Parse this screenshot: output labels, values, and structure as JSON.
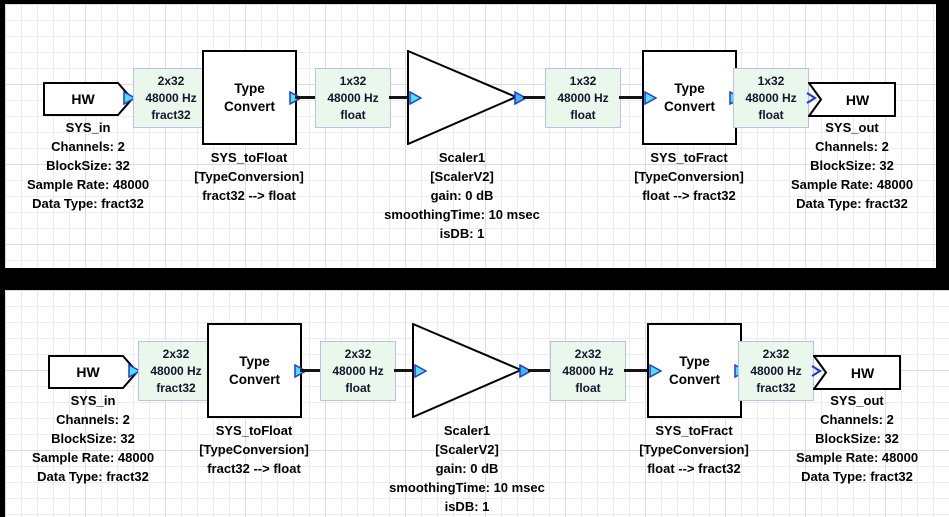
{
  "colors": {
    "pin_fill": "#4de2f2",
    "pin_stroke": "#2238dd",
    "wire_label_fill": "#eaf8ec",
    "wire_label_border": "#b9c0ec",
    "block_border": "#000000",
    "wire": "#141414",
    "grid_minor": "#ececee",
    "grid_major": "#d9dde0",
    "frame": "#000000"
  },
  "panels": [
    {
      "id": "top",
      "blocks": {
        "hw_in": {
          "title": "HW",
          "caption": [
            "SYS_in",
            "Channels: 2",
            "BlockSize: 32",
            "Sample Rate: 48000",
            "Data Type: fract32"
          ]
        },
        "type_convert_1": {
          "title": "Type Convert",
          "caption": [
            "SYS_toFloat",
            "[TypeConversion]",
            "fract32 --> float"
          ]
        },
        "scaler": {
          "caption": [
            "Scaler1",
            "[ScalerV2]",
            "gain: 0 dB",
            "smoothingTime: 10 msec",
            "isDB: 1"
          ]
        },
        "type_convert_2": {
          "title": "Type Convert",
          "caption": [
            "SYS_toFract",
            "[TypeConversion]",
            "float --> fract32"
          ]
        },
        "hw_out": {
          "title": "HW",
          "caption": [
            "SYS_out",
            "Channels: 2",
            "BlockSize: 32",
            "Sample Rate: 48000",
            "Data Type: fract32"
          ]
        }
      },
      "wire_labels": [
        {
          "lines": [
            "2x32",
            "48000 Hz",
            "fract32"
          ]
        },
        {
          "lines": [
            "1x32",
            "48000 Hz",
            "float"
          ]
        },
        {
          "lines": [
            "1x32",
            "48000 Hz",
            "float"
          ]
        },
        {
          "lines": [
            "1x32",
            "48000 Hz",
            "float"
          ]
        }
      ]
    },
    {
      "id": "bottom",
      "blocks": {
        "hw_in": {
          "title": "HW",
          "caption": [
            "SYS_in",
            "Channels: 2",
            "BlockSize: 32",
            "Sample Rate: 48000",
            "Data Type: fract32"
          ]
        },
        "type_convert_1": {
          "title": "Type Convert",
          "caption": [
            "SYS_toFloat",
            "[TypeConversion]",
            "fract32 --> float"
          ]
        },
        "scaler": {
          "caption": [
            "Scaler1",
            "[ScalerV2]",
            "gain: 0 dB",
            "smoothingTime: 10 msec",
            "isDB: 1"
          ]
        },
        "type_convert_2": {
          "title": "Type Convert",
          "caption": [
            "SYS_toFract",
            "[TypeConversion]",
            "float --> fract32"
          ]
        },
        "hw_out": {
          "title": "HW",
          "caption": [
            "SYS_out",
            "Channels: 2",
            "BlockSize: 32",
            "Sample Rate: 48000",
            "Data Type: fract32"
          ]
        }
      },
      "wire_labels": [
        {
          "lines": [
            "2x32",
            "48000 Hz",
            "fract32"
          ]
        },
        {
          "lines": [
            "2x32",
            "48000 Hz",
            "float"
          ]
        },
        {
          "lines": [
            "2x32",
            "48000 Hz",
            "float"
          ]
        },
        {
          "lines": [
            "2x32",
            "48000 Hz",
            "fract32"
          ]
        }
      ]
    }
  ]
}
